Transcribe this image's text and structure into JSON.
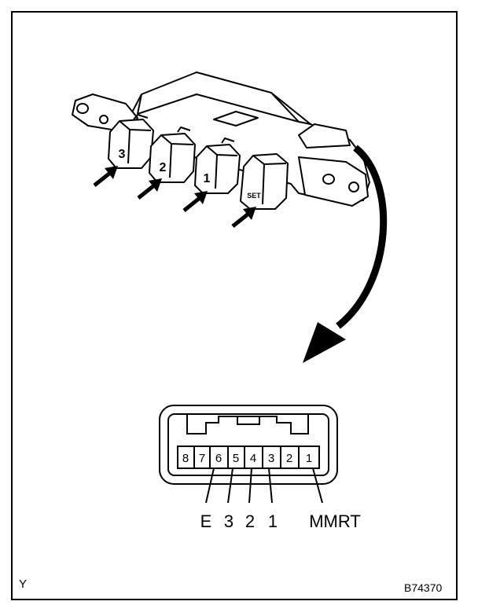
{
  "switch": {
    "buttons": [
      {
        "label": "3"
      },
      {
        "label": "2"
      },
      {
        "label": "1"
      },
      {
        "label": "SET"
      }
    ]
  },
  "connector": {
    "pins": [
      "8",
      "7",
      "6",
      "5",
      "4",
      "3",
      "2",
      "1"
    ],
    "terminals": [
      {
        "label": "E"
      },
      {
        "label": "3"
      },
      {
        "label": "2"
      },
      {
        "label": "1"
      },
      {
        "label": "MMRT"
      }
    ]
  },
  "corner_left": "Y",
  "figure_code": "B74370"
}
